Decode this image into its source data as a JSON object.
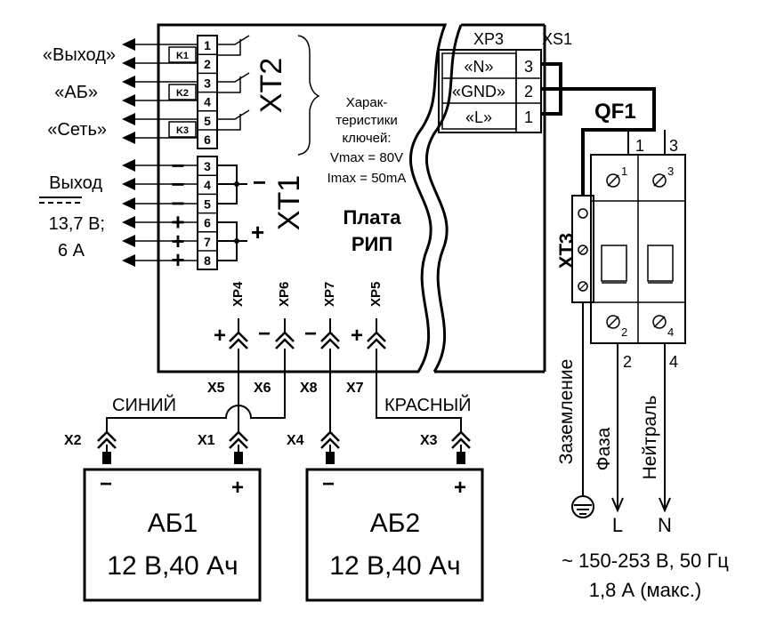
{
  "outputs": {
    "vykhod_q": "«Выход»",
    "ab_q": "«АБ»",
    "set_q": "«Сеть»",
    "vykhod_label": "Выход",
    "voltage": "13,7 В;",
    "current": "6 А"
  },
  "relays": {
    "k1": "K1",
    "k2": "K2",
    "k3": "K3",
    "pins": [
      "1",
      "2",
      "3",
      "4",
      "5",
      "6"
    ],
    "block": "XT2"
  },
  "power_terminals": {
    "pins": [
      "3",
      "4",
      "5",
      "6",
      "7",
      "8"
    ],
    "signs": [
      "−",
      "−",
      "−",
      "+",
      "+",
      "+"
    ],
    "block": "XT1",
    "minus": "−",
    "plus": "+"
  },
  "key_specs": {
    "line1": "Харак-",
    "line2": "теристики",
    "line3": "ключей:",
    "line4": "Vmax = 80V",
    "line5": "Imax = 50mA"
  },
  "board": {
    "line1": "Плата",
    "line2": "РИП"
  },
  "connectors": {
    "xp4": "XP4",
    "xp6": "XP6",
    "xp7": "XP7",
    "xp5": "XP5",
    "xp4_sign": "+",
    "xp6_sign": "−",
    "xp7_sign": "−",
    "xp5_sign": "+",
    "x5": "X5",
    "x6": "X6",
    "x8": "X8",
    "x7": "X7",
    "x1": "X1",
    "x2": "X2",
    "x3": "X3",
    "x4": "X4"
  },
  "wires": {
    "blue": "СИНИЙ",
    "red": "КРАСНЫЙ"
  },
  "batteries": [
    {
      "name": "АБ1",
      "spec": "12 В,40 Ач",
      "minus": "−",
      "plus": "+"
    },
    {
      "name": "АБ2",
      "spec": "12 В,40 Ач",
      "minus": "−",
      "plus": "+"
    }
  ],
  "mains_connector": {
    "xp3": "XP3",
    "xs1": "XS1",
    "n": "«N»",
    "gnd": "«GND»",
    "l": "«L»",
    "pins": [
      "3",
      "2",
      "1"
    ]
  },
  "breaker": {
    "name": "QF1",
    "top1": "1",
    "top3": "3",
    "sym_top1": "1",
    "sym_top3": "3",
    "sym_bot2": "2",
    "sym_bot4": "4",
    "bot2": "2",
    "bot4": "4",
    "xt3": "XT3"
  },
  "mains": {
    "ground": "Заземление",
    "phase": "Фаза",
    "neutral": "Нейтраль",
    "L": "L",
    "N": "N",
    "voltage": "~ 150-253 В, 50 Гц",
    "current": "1,8 А (макс.)"
  }
}
